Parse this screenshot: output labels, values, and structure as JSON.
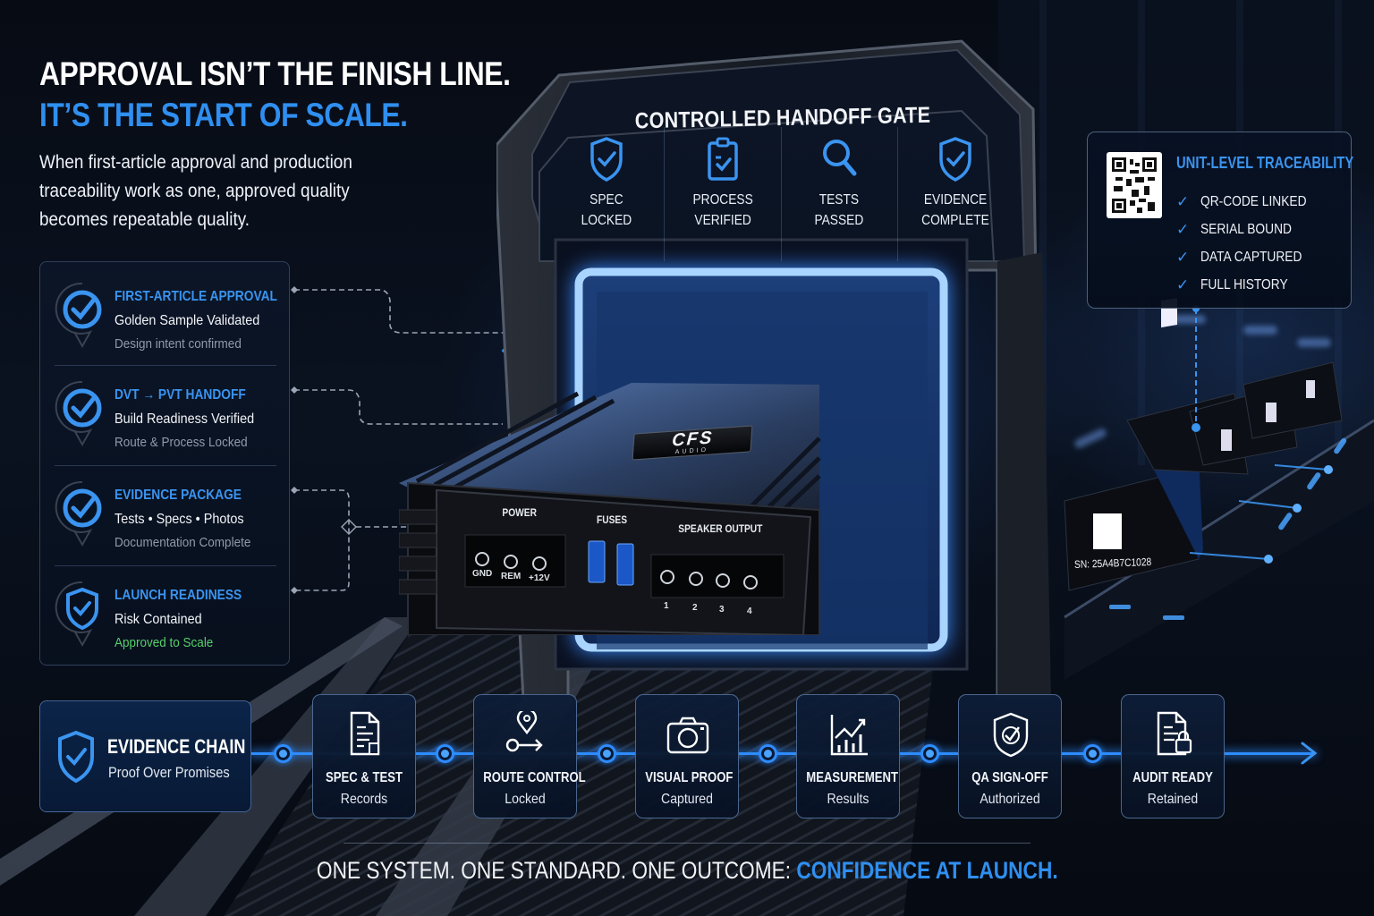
{
  "headline": {
    "line1": "APPROVAL ISN’T THE FINISH LINE.",
    "line2": "IT’S THE START OF SCALE.",
    "body": "When first-article approval and production traceability work as one, approved quality becomes repeatable quality."
  },
  "milestones": [
    {
      "icon": "check-circle-icon",
      "title": "FIRST-ARTICLE APPROVAL",
      "subtitle": "Golden Sample Validated",
      "note": "Design intent confirmed"
    },
    {
      "icon": "check-circle-icon",
      "title": "DVT → PVT HANDOFF",
      "subtitle": "Build Readiness Verified",
      "note": "Route & Process Locked"
    },
    {
      "icon": "check-circle-icon",
      "title": "EVIDENCE PACKAGE",
      "subtitle": "Tests • Specs • Photos",
      "note": "Documentation Complete"
    },
    {
      "icon": "shield-check-icon",
      "title": "LAUNCH READINESS",
      "subtitle": "Risk Contained",
      "note": "Approved to Scale"
    }
  ],
  "gate": {
    "title": "CONTROLLED HANDOFF GATE",
    "tiles": [
      {
        "icon": "shield-check-icon",
        "line1": "SPEC",
        "line2": "LOCKED"
      },
      {
        "icon": "clipboard-check-icon",
        "line1": "PROCESS",
        "line2": "VERIFIED"
      },
      {
        "icon": "magnifier-icon",
        "line1": "TESTS",
        "line2": "PASSED"
      },
      {
        "icon": "shield-check-icon",
        "line1": "EVIDENCE",
        "line2": "COMPLETE"
      }
    ]
  },
  "amplifier": {
    "brand": "CFS",
    "brand_sub": "AUDIO",
    "power_label": "POWER",
    "fuses_label": "FUSES",
    "speaker_label": "SPEAKER OUTPUT",
    "power_terminals": [
      "GND",
      "REM",
      "+12V"
    ],
    "speaker_terminals": [
      "1",
      "2",
      "3",
      "4"
    ]
  },
  "traceability": {
    "title": "UNIT-LEVEL TRACEABILITY",
    "items": [
      "QR-CODE LINKED",
      "SERIAL BOUND",
      "DATA CAPTURED",
      "FULL HISTORY"
    ],
    "serial": "SN: 25A4B7C1028"
  },
  "evidence_chain": {
    "title": "EVIDENCE CHAIN",
    "subtitle": "Proof Over Promises",
    "steps": [
      {
        "icon": "document-icon",
        "title": "SPEC & TEST",
        "subtitle": "Records"
      },
      {
        "icon": "route-pin-icon",
        "title": "ROUTE CONTROL",
        "subtitle": "Locked"
      },
      {
        "icon": "camera-icon",
        "title": "VISUAL PROOF",
        "subtitle": "Captured"
      },
      {
        "icon": "bar-chart-icon",
        "title": "MEASUREMENT",
        "subtitle": "Results"
      },
      {
        "icon": "shield-sign-icon",
        "title": "QA SIGN-OFF",
        "subtitle": "Authorized"
      },
      {
        "icon": "document-lock-icon",
        "title": "AUDIT READY",
        "subtitle": "Retained"
      }
    ]
  },
  "footer": {
    "lead": "ONE SYSTEM. ONE STANDARD. ONE OUTCOME: ",
    "accent": "CONFIDENCE AT LAUNCH."
  },
  "colors": {
    "accent_blue": "#2f8ff0",
    "success_green": "#56d06a",
    "background": "#05070d"
  }
}
